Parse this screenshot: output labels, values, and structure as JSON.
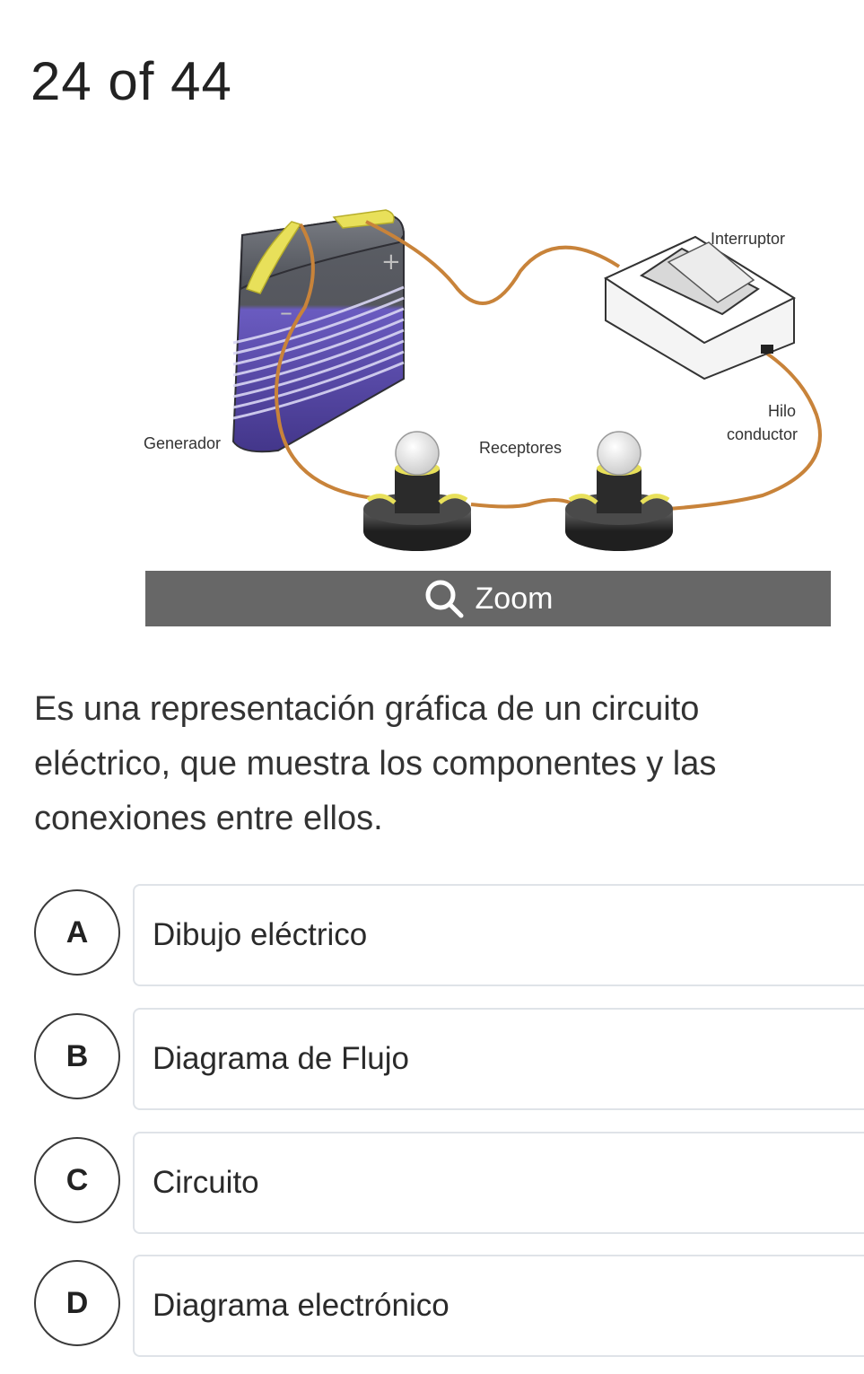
{
  "header": {
    "counter": "24 of 44"
  },
  "figure": {
    "labels": {
      "switch": "Interruptor",
      "generator": "Generador",
      "receivers": "Receptores",
      "wire_line1": "Hilo",
      "wire_line2": "conductor"
    }
  },
  "zoom": {
    "label": "Zoom",
    "icon": "search-icon"
  },
  "question": {
    "text": "Es una representación gráfica de un circuito eléctrico, que muestra los componentes y las conexiones entre ellos."
  },
  "options": [
    {
      "letter": "A",
      "text": "Dibujo eléctrico"
    },
    {
      "letter": "B",
      "text": "Diagrama de Flujo"
    },
    {
      "letter": "C",
      "text": "Circuito"
    },
    {
      "letter": "D",
      "text": "Diagrama electrónico"
    }
  ],
  "colors": {
    "zoom_bar": "#676767",
    "wire": "#c8833a",
    "battery_top": "#5c5f66",
    "battery_band": "#5a4aa8",
    "terminal": "#e8e05a"
  }
}
